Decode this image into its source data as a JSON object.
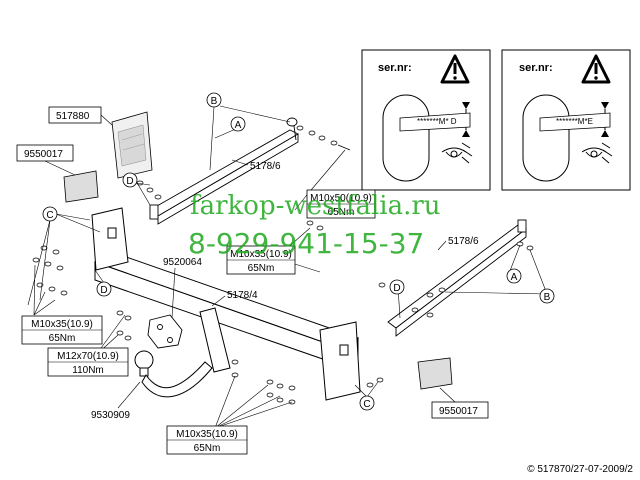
{
  "warning_panels": [
    {
      "ser_label": "ser.nr:",
      "code": "*******M* D"
    },
    {
      "ser_label": "ser.nr:",
      "code": "*******M*E"
    }
  ],
  "part_labels": {
    "sticker": "517880",
    "plate_left": "9550017",
    "plate_right": "9550017",
    "bracket_top": "5178/6",
    "bracket_right": "5178/6",
    "crossbar": "5178/4",
    "socket": "9520064",
    "towball": "9530909"
  },
  "letters": {
    "a": "A",
    "b": "B",
    "c": "C",
    "d": "D"
  },
  "bolt_specs": [
    {
      "spec": "M10x50(10.9)",
      "torque": "65Nm"
    },
    {
      "spec": "M10x35(10.9)",
      "torque": "65Nm"
    },
    {
      "spec": "M10x35(10.9)",
      "torque": "65Nm"
    },
    {
      "spec": "M12x70(10.9)",
      "torque": "110Nm"
    },
    {
      "spec": "M10x35(10.9)",
      "torque": "65Nm"
    }
  ],
  "watermark": {
    "line1": "farkop-westfalia.ru",
    "line2": "8-929-941-15-37"
  },
  "copyright": "© 517870/27-07-2009/2"
}
